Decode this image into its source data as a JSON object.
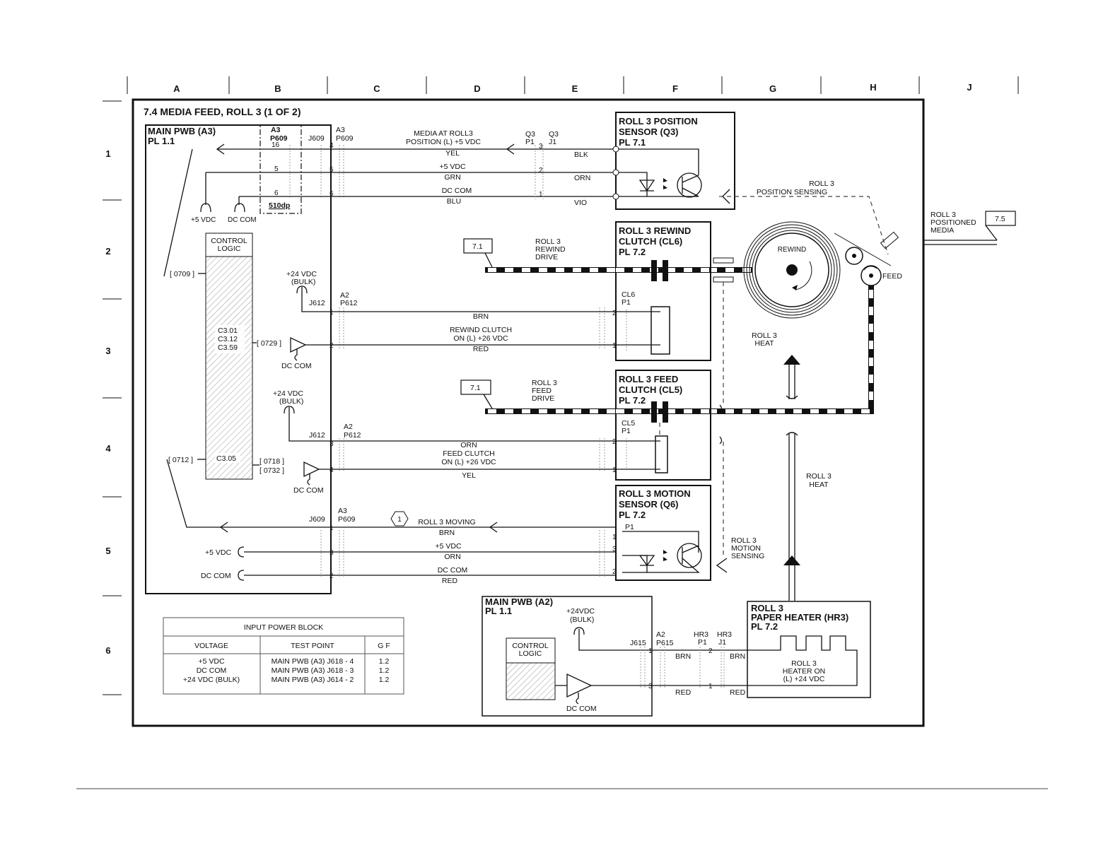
{
  "grid": {
    "cols": [
      "A",
      "B",
      "C",
      "D",
      "E",
      "F",
      "G",
      "H",
      "J"
    ],
    "rows": [
      "1",
      "2",
      "3",
      "4",
      "5",
      "6"
    ]
  },
  "title": "7.4  MEDIA FEED, ROLL 3 (1 OF 2)",
  "main_pwb_a3": {
    "name": "MAIN PWB (A3)",
    "pl": "PL 1.1"
  },
  "p609_a3": {
    "a": "A3",
    "p": "P609",
    "j": "J609",
    "code": "510dp"
  },
  "pos_sensor": {
    "title1": "ROLL 3 POSITION",
    "title2": "SENSOR (Q3)",
    "pl": "PL 7.1",
    "q3p1_a": "Q3",
    "q3p1_b": "P1",
    "q3j1_a": "Q3",
    "q3j1_b": "J1",
    "signal1": "MEDIA AT ROLL3",
    "signal2": "POSITION (L) +5 VDC",
    "w1": "YEL",
    "w1b": "BLK",
    "w2": "+5 VDC",
    "w2c": "GRN",
    "w2b": "ORN",
    "w3": "DC COM",
    "w3c": "BLU",
    "w3b": "VIO",
    "pin16": "16",
    "pin5": "5",
    "pin6": "6",
    "pin4": "4",
    "pin3": "3",
    "pin2": "2",
    "pin1": "1",
    "vdc": "+5 VDC",
    "dccom": "DC COM",
    "sensing1": "ROLL 3",
    "sensing2": "POSITION SENSING"
  },
  "control_logic": {
    "l1": "CONTROL",
    "l2": "LOGIC",
    "c1": "C3.01",
    "c2": "C3.12",
    "c3": "C3.59",
    "c4": "C3.05"
  },
  "refs": {
    "r0709": "[ 0709 ]",
    "r0729": "[ 0729 ]",
    "r0712": "[ 0712 ]",
    "r0718": "[ 0718 ]",
    "r0732": "[ 0732 ]"
  },
  "rewind": {
    "title1": "ROLL 3 REWIND",
    "title2": "CLUTCH (CL6)",
    "pl": "PL 7.2",
    "ref": "7.1",
    "drive1": "ROLL 3",
    "drive2": "REWIND",
    "drive3": "DRIVE",
    "bulk1": "+24 VDC",
    "bulk2": "(BULK)",
    "j": "J612",
    "a": "A2",
    "p": "P612",
    "cl": "CL6",
    "clp": "P1",
    "w1": "BRN",
    "sig1": "REWIND CLUTCH",
    "sig2": "ON (L) +26 VDC",
    "w2": "RED",
    "dccom": "DC COM",
    "pin1": "1",
    "pin2": "2",
    "roll": "REWIND"
  },
  "feed": {
    "title1": "ROLL 3 FEED",
    "title2": "CLUTCH (CL5)",
    "pl": "PL 7.2",
    "ref": "7.1",
    "drive1": "ROLL 3",
    "drive2": "FEED",
    "drive3": "DRIVE",
    "bulk1": "+24 VDC",
    "bulk2": "(BULK)",
    "j": "J612",
    "a": "A2",
    "p": "P612",
    "cl": "CL5",
    "clp": "P1",
    "w1": "ORN",
    "sig1": "FEED CLUTCH",
    "sig2": "ON (L) +26 VDC",
    "w2": "YEL",
    "dccom": "DC COM",
    "pin3": "3",
    "pin4": "4",
    "pin1": "1",
    "pin2": "2",
    "roll": "FEED",
    "heat1": "ROLL 3",
    "heat2": "HEAT"
  },
  "motion": {
    "title1": "ROLL 3 MOTION",
    "title2": "SENSOR (Q6)",
    "pl": "PL 7.2",
    "j": "J609",
    "a": "A3",
    "p": "P609",
    "badge": "1",
    "signal": "ROLL 3 MOVING",
    "w1": "BRN",
    "w2": "+5 VDC",
    "w2c": "ORN",
    "w3": "DC COM",
    "w3c": "RED",
    "vdc": "+5 VDC",
    "dccom": "DC COM",
    "p1": "P1",
    "pin1": "1",
    "pin3": "3",
    "pin2": "2",
    "sensing1": "ROLL 3",
    "sensing2": "MOTION",
    "sensing3": "SENSING"
  },
  "positioned": {
    "l1": "ROLL 3",
    "l2": "POSITIONED",
    "l3": "MEDIA",
    "ref": "7.5"
  },
  "power_table": {
    "title": "INPUT POWER BLOCK",
    "headers": [
      "VOLTAGE",
      "TEST POINT",
      "G F"
    ],
    "rows": [
      [
        "+5 VDC",
        "MAIN PWB (A3) J618 - 4",
        "1.2"
      ],
      [
        "DC COM",
        "MAIN PWB (A3) J618 - 3",
        "1.2"
      ],
      [
        "+24 VDC (BULK)",
        "MAIN PWB (A3) J614 - 2",
        "1.2"
      ]
    ]
  },
  "main_pwb_a2": {
    "name": "MAIN PWB (A2)",
    "pl": "PL 1.1",
    "l1": "CONTROL",
    "l2": "LOGIC",
    "bulk1": "+24VDC",
    "bulk2": "(BULK)",
    "j": "J615",
    "a": "A2",
    "p": "P615",
    "dccom": "DC COM",
    "pin1": "1",
    "pin3": "3"
  },
  "heater": {
    "title1": "ROLL 3",
    "title2": "PAPER HEATER (HR3)",
    "pl": "PL 7.2",
    "hr3p1_a": "HR3",
    "hr3p1_b": "P1",
    "hr3j1_a": "HR3",
    "hr3j1_b": "J1",
    "w1": "BRN",
    "w1b": "BRN",
    "w2": "RED",
    "w2b": "RED",
    "pin2": "2",
    "pin1": "1",
    "sig1": "ROLL 3",
    "sig2": "HEATER ON",
    "sig3": "(L) +24 VDC"
  }
}
